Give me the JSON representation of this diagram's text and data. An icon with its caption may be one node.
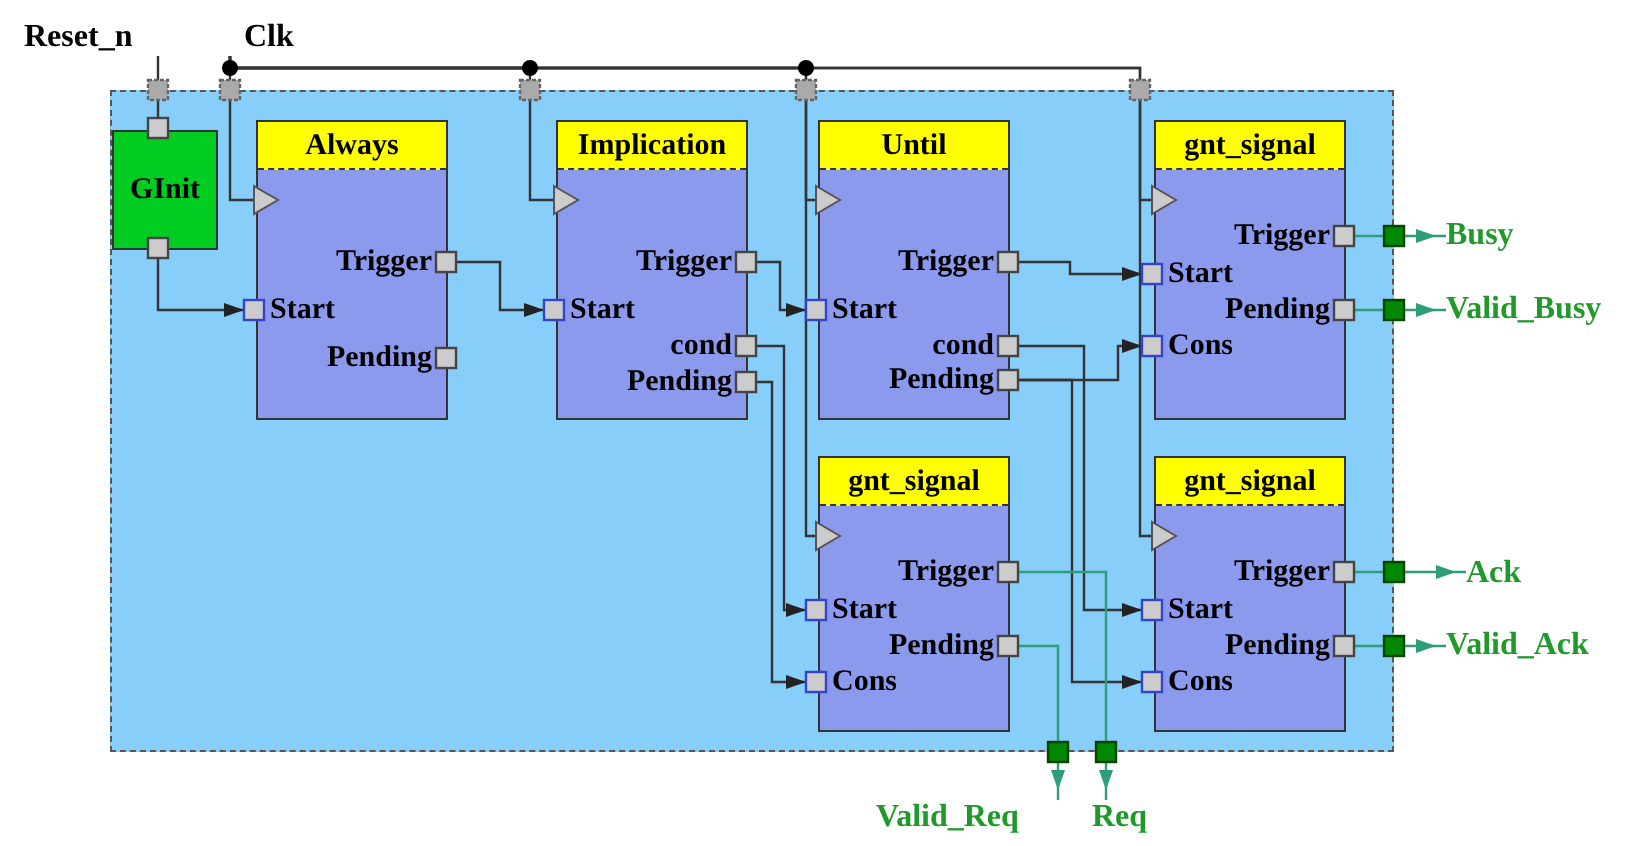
{
  "diagram": {
    "nodes": [
      {
        "text": [
          "Reset_n"
        ]
      },
      {
        "text": [
          "Clk"
        ]
      },
      {
        "text": [],
        "shape": "box"
      },
      {
        "text": [
          "GInit"
        ],
        "in": 2
      },
      {
        "text": [
          "Always",
          "Trigger",
          "Start",
          "Pending"
        ],
        "in": 2
      },
      {
        "text": [
          "Implication",
          "Trigger",
          "Start",
          "cond",
          "Pending"
        ],
        "in": 2
      },
      {
        "text": [
          "Until",
          "Trigger",
          "Start",
          "cond",
          "Pending"
        ],
        "in": 2
      },
      {
        "text": [
          "gnt_signal",
          "Trigger",
          "Start",
          "Pending",
          "Cons"
        ],
        "in": 2
      },
      {
        "text": [
          "gnt_signal",
          "Trigger",
          "Start",
          "Pending",
          "Cons"
        ],
        "in": 2
      },
      {
        "text": [
          "gnt_signal",
          "Trigger",
          "Start",
          "Pending",
          "Cons"
        ],
        "in": 2
      },
      {
        "text": [
          "Busy"
        ]
      },
      {
        "text": [
          "Valid_Busy"
        ]
      },
      {
        "text": [
          "Ack"
        ]
      },
      {
        "text": [
          "Valid_Ack"
        ]
      },
      {
        "text": [
          "Valid_Req"
        ]
      },
      {
        "text": [
          "Req"
        ]
      }
    ],
    "edges": [
      {
        "from": 0,
        "to": 3,
        "arrow": "none"
      },
      {
        "from": 1,
        "to": 4,
        "arrow": "to"
      },
      {
        "from": 1,
        "to": 5,
        "arrow": "to"
      },
      {
        "from": 1,
        "to": 6,
        "arrow": "to"
      },
      {
        "from": 1,
        "to": 7,
        "arrow": "to"
      },
      {
        "from": 1,
        "to": 8,
        "arrow": "to"
      },
      {
        "from": 1,
        "to": 9,
        "arrow": "to"
      },
      {
        "from": 3,
        "to": 4,
        "arrow": "to"
      },
      {
        "from": 4,
        "to": 5,
        "arrow": "to"
      },
      {
        "from": 5,
        "to": 6,
        "arrow": "to"
      },
      {
        "from": 5,
        "to": 8,
        "arrow": "to"
      },
      {
        "from": 5,
        "to": 8,
        "arrow": "to"
      },
      {
        "from": 6,
        "to": 7,
        "arrow": "to"
      },
      {
        "from": 6,
        "to": 7,
        "arrow": "to"
      },
      {
        "from": 6,
        "to": 9,
        "arrow": "to"
      },
      {
        "from": 6,
        "to": 9,
        "arrow": "to"
      },
      {
        "from": 7,
        "to": 10,
        "arrow": "to",
        "color": "#2e9e7a"
      },
      {
        "from": 7,
        "to": 11,
        "arrow": "to",
        "color": "#2e9e7a"
      },
      {
        "from": 8,
        "to": 15,
        "arrow": "to",
        "color": "#2e9e7a"
      },
      {
        "from": 8,
        "to": 14,
        "arrow": "to",
        "color": "#2e9e7a"
      },
      {
        "from": 9,
        "to": 12,
        "arrow": "to",
        "color": "#2e9e7a"
      },
      {
        "from": 9,
        "to": 13,
        "arrow": "to",
        "color": "#2e9e7a"
      }
    ]
  }
}
